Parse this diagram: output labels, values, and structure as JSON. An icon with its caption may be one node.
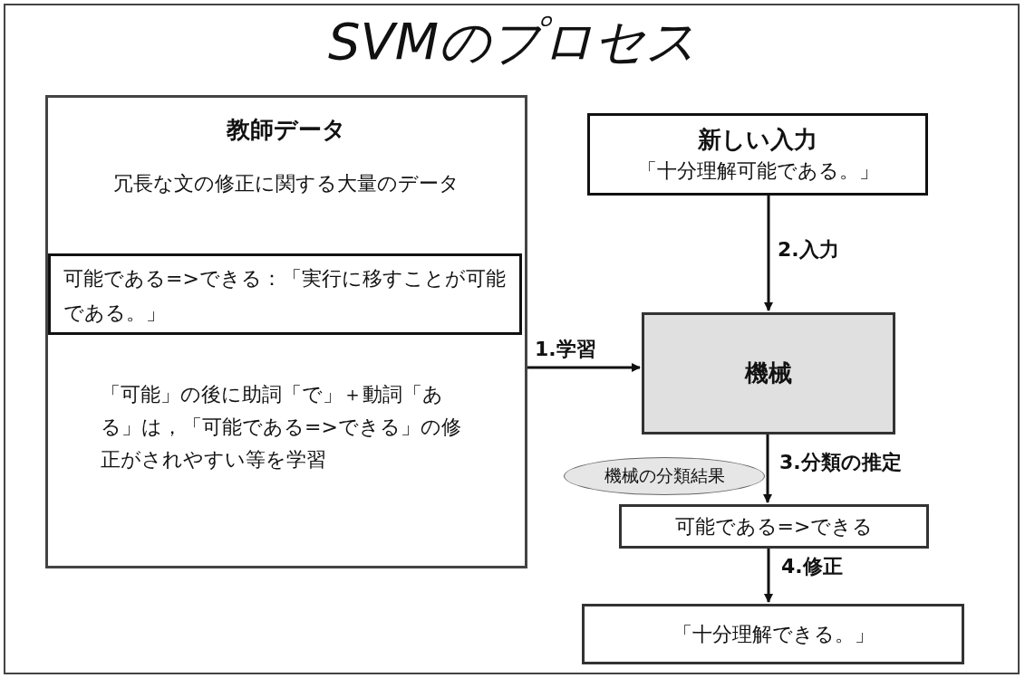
{
  "diagram": {
    "title": "SVMのプロセス",
    "nodes": [
      {
        "text": [
          "教師データ",
          "冗長な文の修正に関する大量のデータ",
          "「可能」の後に助詞「で」＋動詞「ある」は，「可能である=>できる」の修正がされやすい等を学習"
        ]
      },
      {
        "text": [
          "可能である=>できる：「実行に移すことが可能である。」"
        ],
        "in": 0
      },
      {
        "text": [
          "新しい入力",
          "「十分理解可能である。」"
        ]
      },
      {
        "text": [
          "機械"
        ]
      },
      {
        "text": [
          "機械の分類結果"
        ]
      },
      {
        "text": [
          "可能である=>できる"
        ]
      },
      {
        "text": [
          "「十分理解できる。」"
        ]
      }
    ],
    "edges": [
      {
        "from": 0,
        "to": 3,
        "arrow": "to",
        "label": "1.学習"
      },
      {
        "from": 2,
        "to": 3,
        "arrow": "to",
        "label": "2.入力"
      },
      {
        "from": 3,
        "to": 5,
        "arrow": "to",
        "label": "3.分類の推定"
      },
      {
        "from": 5,
        "to": 6,
        "arrow": "to",
        "label": "4.修正"
      }
    ]
  }
}
